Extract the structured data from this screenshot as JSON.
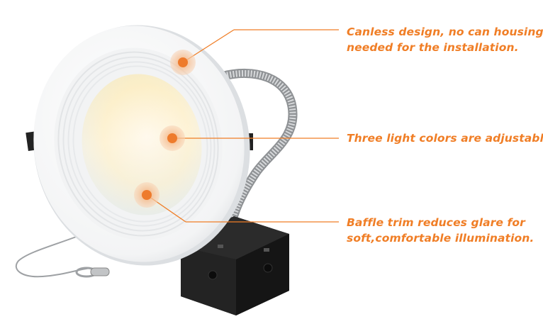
{
  "colors": {
    "accent": "#F07E26",
    "marker_glow": "#F7C9A2",
    "marker_core": "#EE7B2C"
  },
  "product": {
    "icon": "led-downlight-image"
  },
  "callouts": [
    {
      "lines": [
        "Canless design, no can housing",
        "needed for the installation."
      ]
    },
    {
      "lines": [
        "Three light colors are adjustable"
      ]
    },
    {
      "lines": [
        "Baffle trim reduces glare for",
        "soft,comfortable illumination."
      ]
    }
  ]
}
